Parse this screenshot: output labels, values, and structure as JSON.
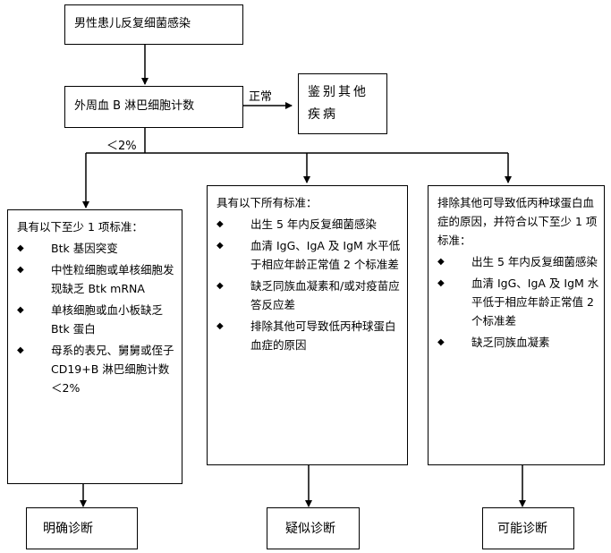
{
  "start": "男性患儿反复细菌感染",
  "test": "外周血 B 淋巴细胞计数",
  "normal_label": "正常",
  "other_box": "鉴别其他疾病",
  "low_label": "＜2%",
  "definite": {
    "heading": "具有以下至少 1 项标准：",
    "items": [
      "Btk 基因突变",
      "中性粒细胞或单核细胞发现缺乏 Btk mRNA",
      "单核细胞或血小板缺乏 Btk 蛋白",
      "母系的表兄、舅舅或侄子 CD19+B 淋巴细胞计数＜2%"
    ],
    "result": "明确诊断"
  },
  "probable": {
    "heading": "具有以下所有标准：",
    "items": [
      "出生 5 年内反复细菌感染",
      "血清 IgG、IgA 及 IgM 水平低于相应年龄正常值 2 个标准差",
      "缺乏同族血凝素和/或对疫苗应答反应差",
      "排除其他可导致低丙种球蛋白血症的原因"
    ],
    "result": "疑似诊断"
  },
  "possible": {
    "heading": "排除其他可导致低丙种球蛋白血症的原因，并符合以下至少 1 项标准：",
    "items": [
      "出生 5 年内反复细菌感染",
      "血清 IgG、IgA 及 IgM 水平低于相应年龄正常值 2 个标准差",
      "缺乏同族血凝素"
    ],
    "result": "可能诊断"
  }
}
